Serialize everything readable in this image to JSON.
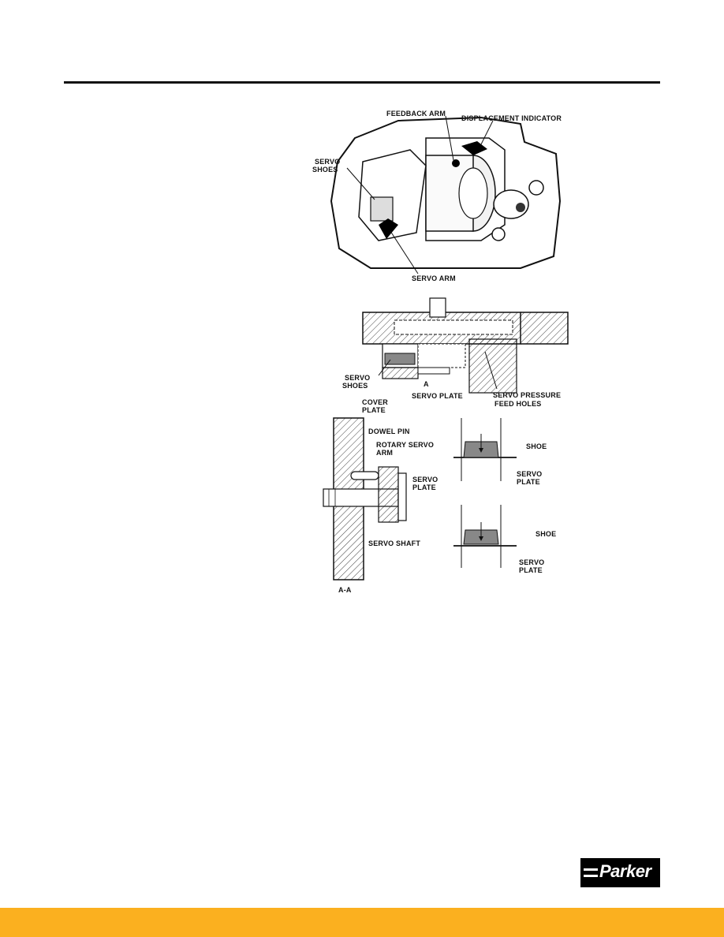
{
  "figure": {
    "top_view": {
      "feedback_arm": "FEEDBACK ARM",
      "displacement_indicator": "DISPLACEMENT INDICATOR",
      "servo_shoes_1": "SERVO",
      "servo_shoes_2": "SHOES",
      "servo_arm": "SERVO ARM"
    },
    "section_view": {
      "servo_shoes_1": "SERVO",
      "servo_shoes_2": "SHOES",
      "section_mark": "A",
      "servo_plate": "SERVO PLATE",
      "pressure_feed_1": "SERVO PRESSURE",
      "pressure_feed_2": "FEED HOLES"
    },
    "detail_aa": {
      "cover_plate_1": "COVER",
      "cover_plate_2": "PLATE",
      "dowel_pin": "DOWEL PIN",
      "rotary_servo_arm_1": "ROTARY SERVO",
      "rotary_servo_arm_2": "ARM",
      "servo_plate_1": "SERVO",
      "servo_plate_2": "PLATE",
      "servo_shaft": "SERVO SHAFT",
      "section_caption": "A-A"
    },
    "shoe_details": {
      "upper_shoe": "SHOE",
      "upper_plate_1": "SERVO",
      "upper_plate_2": "PLATE",
      "lower_shoe": "SHOE",
      "lower_plate_1": "SERVO",
      "lower_plate_2": "PLATE"
    }
  },
  "footer": {
    "logo": "Parker",
    "band_color": "#fbb01f"
  }
}
